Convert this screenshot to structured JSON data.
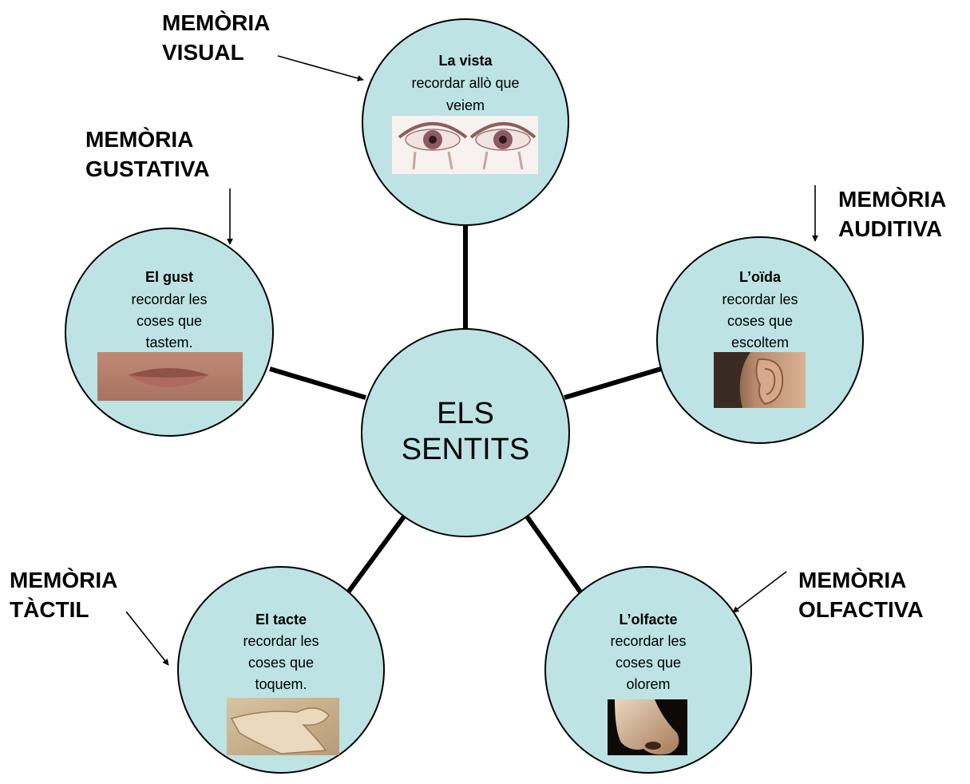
{
  "diagram": {
    "center": {
      "line1": "ELS",
      "line2": "SENTITS"
    },
    "colors": {
      "circle_fill": "#bde3e5",
      "stroke": "#000000"
    },
    "senses": [
      {
        "id": "vista",
        "title": "La vista",
        "lines": [
          "recordar allò que",
          "veiem"
        ],
        "image": "eyes-image"
      },
      {
        "id": "oida",
        "title": "L’oïda",
        "lines": [
          "recordar les",
          "coses que",
          "escoltem"
        ],
        "image": "ear-image"
      },
      {
        "id": "olfacte",
        "title": "L’olfacte",
        "lines": [
          "recordar les",
          "coses que",
          "olorem"
        ],
        "image": "nose-image"
      },
      {
        "id": "tacte",
        "title": "El tacte",
        "lines": [
          "recordar les",
          "coses que",
          "toquem."
        ],
        "image": "hand-image"
      },
      {
        "id": "gust",
        "title": "El gust",
        "lines": [
          "recordar les",
          "coses que",
          "tastem."
        ],
        "image": "lips-image"
      }
    ],
    "memory_labels": {
      "visual": {
        "line1": "MEMÒRIA",
        "line2": "VISUAL"
      },
      "gustativa": {
        "line1": "MEMÒRIA",
        "line2": "GUSTATIVA"
      },
      "auditiva": {
        "line1": "MEMÒRIA",
        "line2": "AUDITIVA"
      },
      "tactil": {
        "line1": "MEMÒRIA",
        "line2": "TÀCTIL"
      },
      "olfactiva": {
        "line1": "MEMÒRIA",
        "line2": "OLFACTIVA"
      }
    }
  }
}
